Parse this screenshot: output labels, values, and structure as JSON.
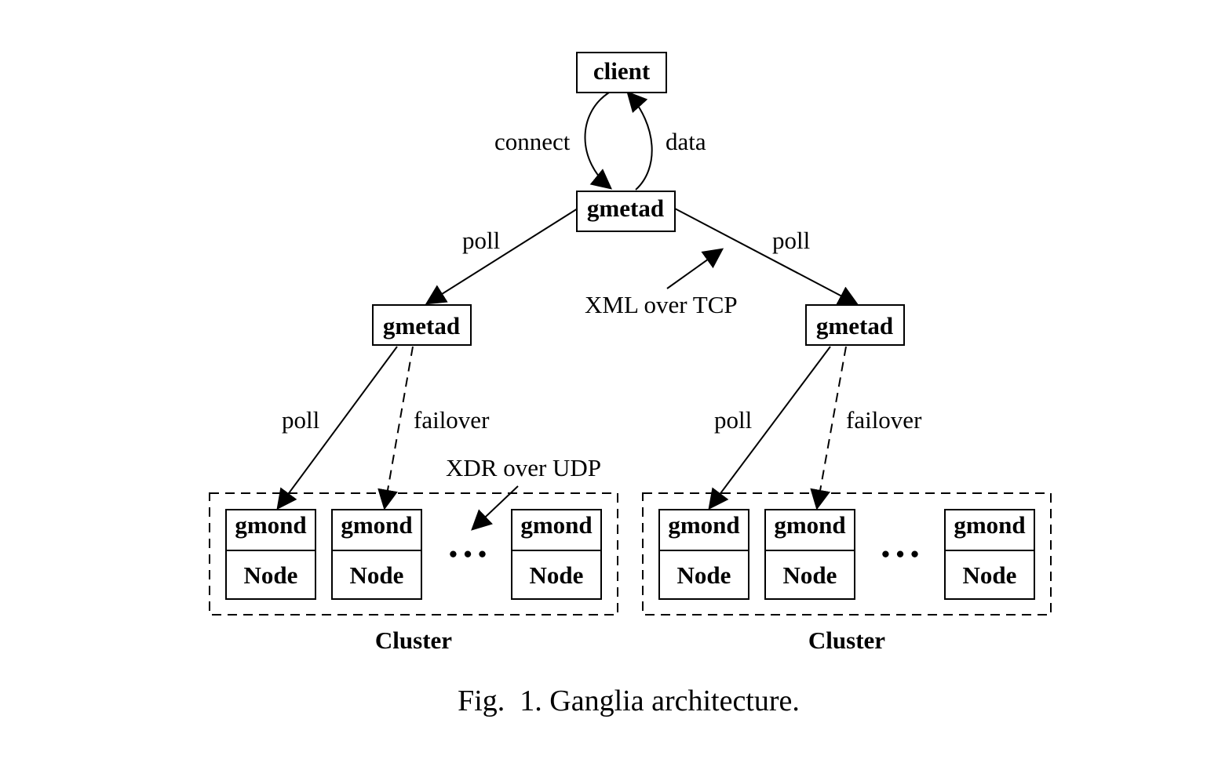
{
  "nodes": {
    "client": "client",
    "gmetad_top": "gmetad",
    "gmetad_left": "gmetad",
    "gmetad_right": "gmetad"
  },
  "edges": {
    "connect": "connect",
    "data": "data",
    "poll_top_left": "poll",
    "poll_top_right": "poll",
    "poll_left": "poll",
    "failover_left": "failover",
    "poll_right": "poll",
    "failover_right": "failover"
  },
  "annotations": {
    "xml_over_tcp": "XML over TCP",
    "xdr_over_udp": "XDR over UDP"
  },
  "clusters": [
    {
      "label": "Cluster",
      "members": [
        {
          "daemon": "gmond",
          "host": "Node"
        },
        {
          "daemon": "gmond",
          "host": "Node"
        },
        {
          "daemon": "gmond",
          "host": "Node"
        }
      ],
      "ellipsis": "• • •"
    },
    {
      "label": "Cluster",
      "members": [
        {
          "daemon": "gmond",
          "host": "Node"
        },
        {
          "daemon": "gmond",
          "host": "Node"
        },
        {
          "daemon": "gmond",
          "host": "Node"
        }
      ],
      "ellipsis": "• • •"
    }
  ],
  "caption": "Fig.  1. Ganglia architecture."
}
